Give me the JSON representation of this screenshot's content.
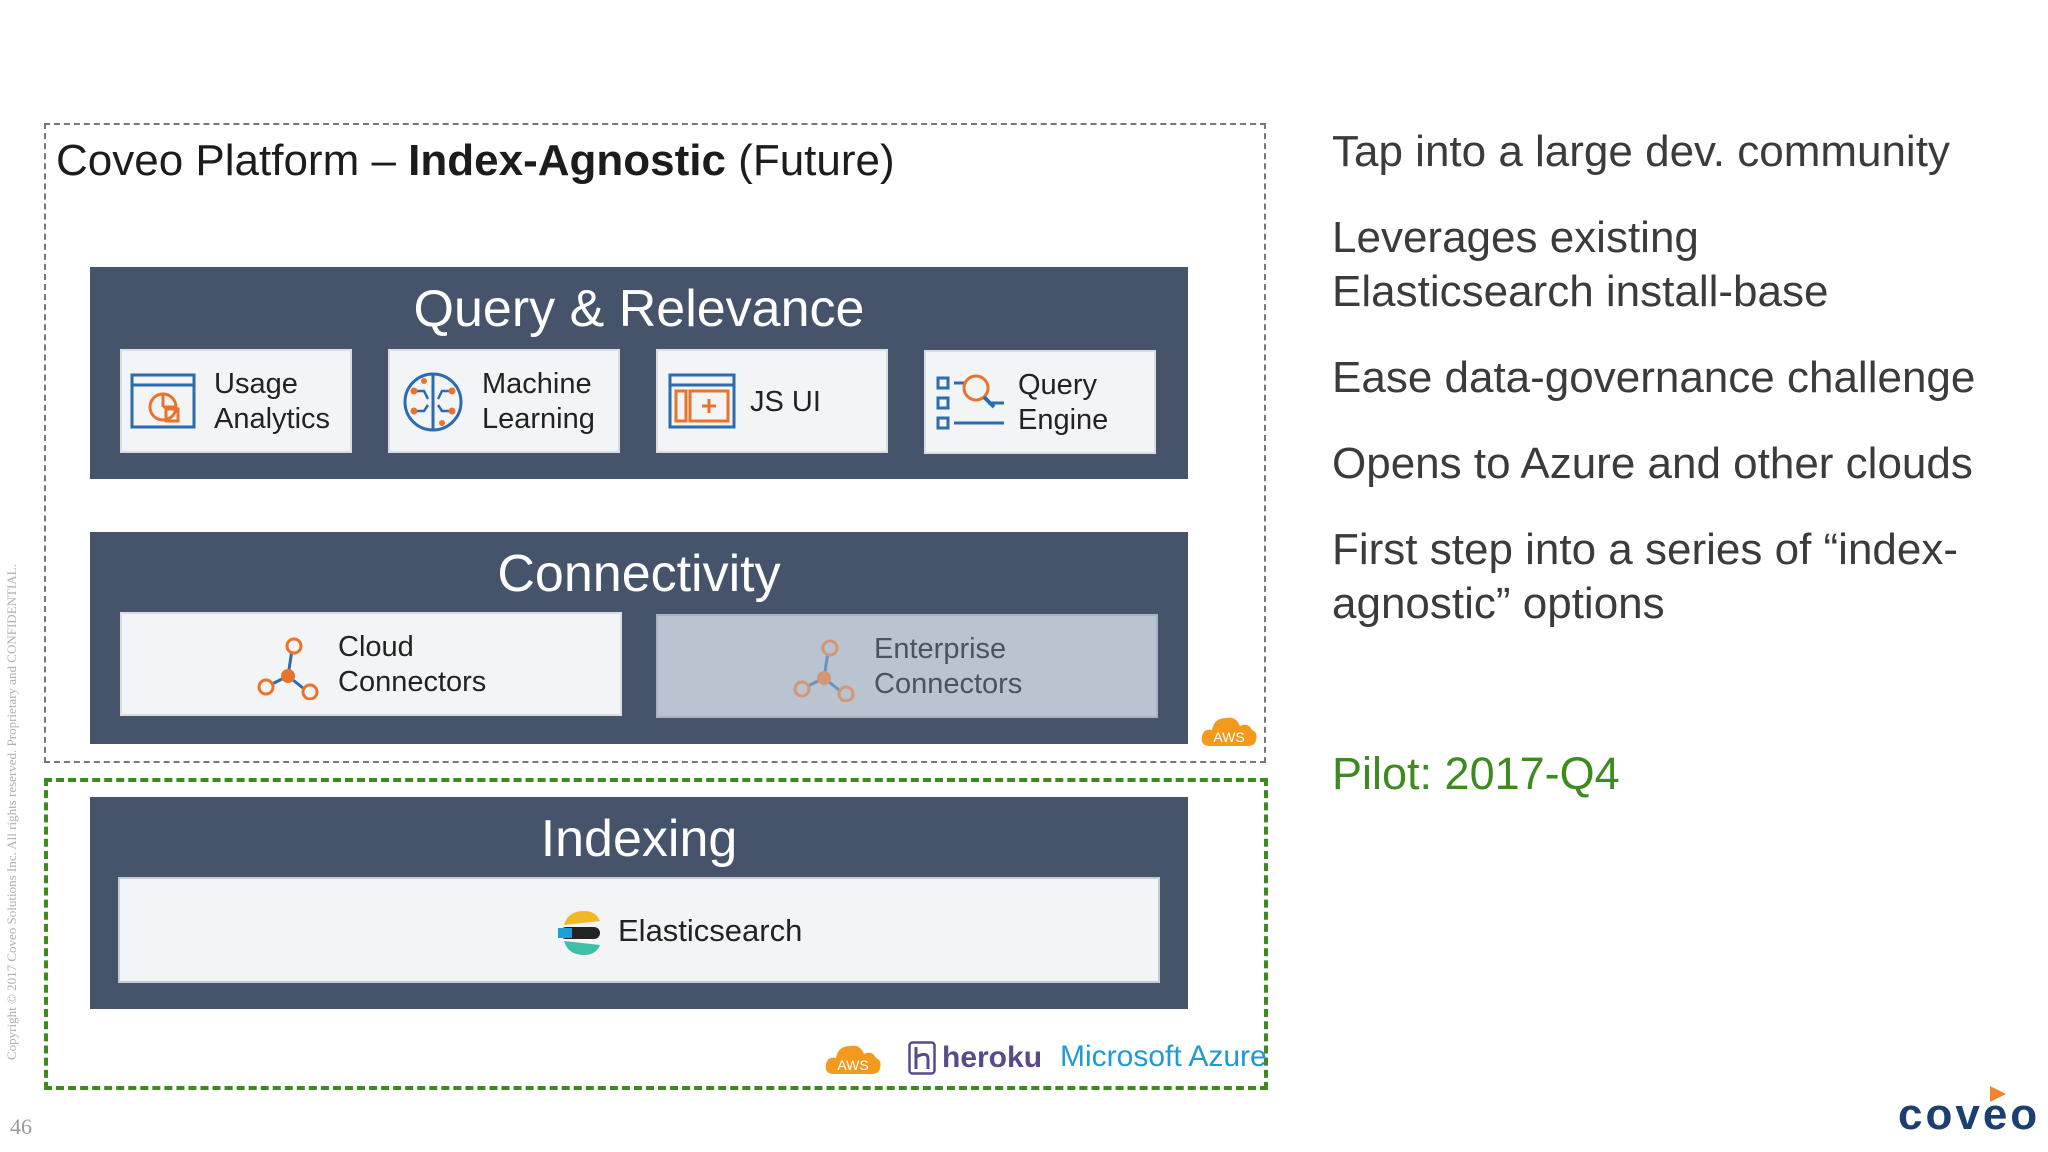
{
  "platform": {
    "title_prefix": "Coveo Platform – ",
    "title_bold": "Index-Agnostic",
    "title_suffix": " (Future)"
  },
  "query_relevance": {
    "title": "Query & Relevance",
    "modules": [
      {
        "label": "Usage\nAnalytics",
        "icon": "usage-analytics-icon"
      },
      {
        "label": "Machine\nLearning",
        "icon": "machine-learning-brain-icon"
      },
      {
        "label": "JS UI",
        "icon": "js-ui-window-icon"
      },
      {
        "label": "Query\nEngine",
        "icon": "query-engine-search-icon"
      }
    ]
  },
  "connectivity": {
    "title": "Connectivity",
    "modules": [
      {
        "label": "Cloud\nConnectors",
        "icon": "connector-nodes-icon"
      },
      {
        "label": "Enterprise\nConnectors",
        "icon": "connector-nodes-icon"
      }
    ]
  },
  "indexing": {
    "title": "Indexing",
    "module": {
      "label": "Elasticsearch",
      "icon": "elasticsearch-logo-icon"
    }
  },
  "clouds": {
    "aws": "AWS",
    "heroku": "heroku",
    "azure": "Microsoft Azure"
  },
  "bullets": [
    "Tap into a large dev. community",
    "Leverages existing\nElasticsearch install-base",
    "Ease data-governance challenge",
    "Opens to Azure and other clouds",
    "First step into a series of “index-\nagnostic” options"
  ],
  "pilot": "Pilot: 2017-Q4",
  "footer": {
    "copyright": "Copyright © 2017 Coveo Solutions Inc.   All rights reserved. Proprietary and CONFIDENTIAL.",
    "page_number": "46",
    "logo_text": "coveo"
  },
  "colors": {
    "panel": "#46546b",
    "pilot_green": "#3d8b1f",
    "aws_orange": "#f39a1d",
    "icon_blue": "#2b6cb0",
    "icon_orange": "#e8742c"
  }
}
